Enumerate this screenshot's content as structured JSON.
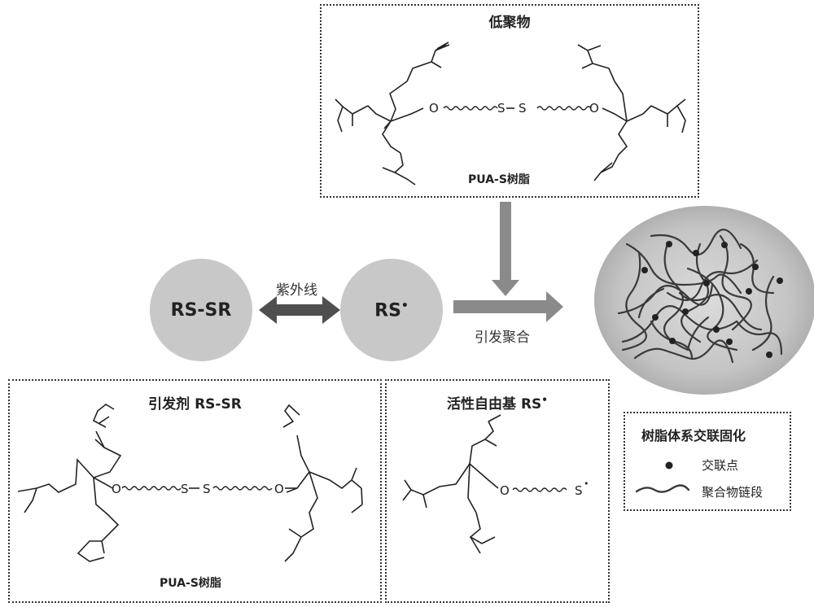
{
  "oligomer": {
    "title": "低聚物",
    "caption": "PUA-S树脂"
  },
  "initiator": {
    "title": "引发剂 RS-SR",
    "caption": "PUA-S树脂"
  },
  "radical": {
    "title": "活性自由基 RS",
    "dot": "•"
  },
  "circle_left": {
    "label": "RS-SR"
  },
  "circle_right": {
    "label": "RS",
    "dot": "•"
  },
  "uv_label": "紫外线",
  "initiate_label": "引发聚合",
  "legend": {
    "title": "树脂体系交联固化",
    "crosslink_label": "交联点",
    "chain_label": "聚合物链段"
  },
  "atoms": {
    "O": "O",
    "S": "S"
  },
  "colors": {
    "circle": "#c8c8c8",
    "arrow": "#8a8a8a",
    "double_arrow": "#4f4f4f",
    "network_bg": "#b8b8b8"
  }
}
